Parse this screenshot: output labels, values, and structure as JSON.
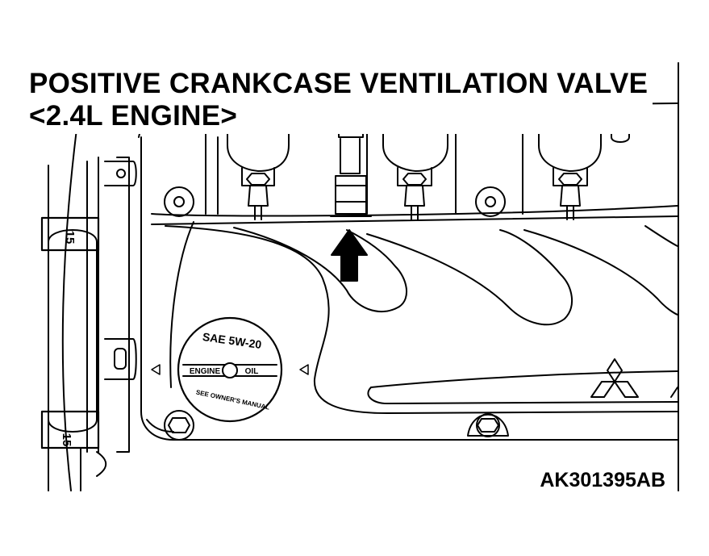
{
  "title": {
    "line1": "POSITIVE CRANKCASE VENTILATION VALVE",
    "line2": "<2.4L ENGINE>"
  },
  "figure_id": "AK301395AB",
  "oil_cap": {
    "grade": "SAE 5W-20",
    "left_word": "ENGINE",
    "right_word": "OIL",
    "bottom_text": "SEE OWNER'S MANUAL"
  },
  "clip_label": "15",
  "colors": {
    "ink": "#000000",
    "paper": "#ffffff"
  },
  "icons": [
    "pointer-arrow-icon",
    "mitsubishi-logo-icon",
    "triangle-left-icon",
    "triangle-right-icon"
  ]
}
